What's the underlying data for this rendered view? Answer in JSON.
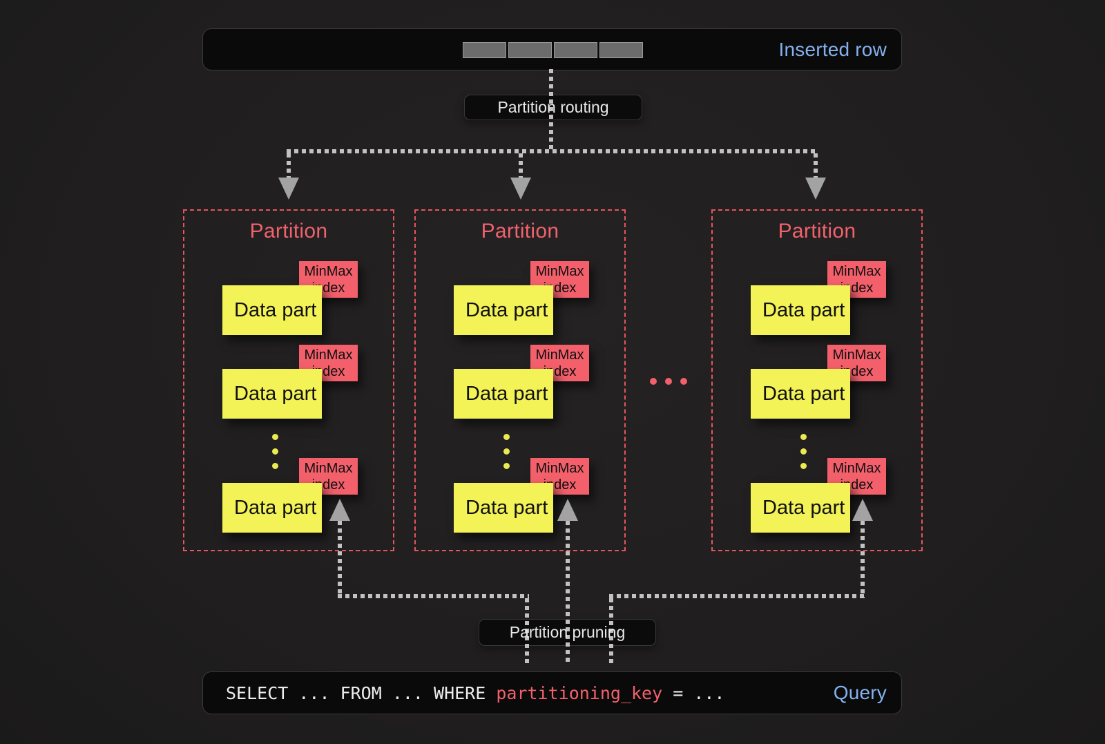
{
  "colors": {
    "background": "#201e1e",
    "bar_background": "#0a0a0a",
    "accent_blue": "#85b1ee",
    "accent_coral": "#f2616b",
    "accent_yellow": "#f3f256",
    "connector_gray": "#c2c2c2",
    "partition_border": "#e4555f"
  },
  "inserted_row": {
    "label": "Inserted row",
    "segment_count": 4
  },
  "labels": {
    "routing": "Partition routing",
    "pruning": "Partition pruning"
  },
  "partitions": [
    {
      "title": "Partition",
      "parts": [
        {
          "name": "Data part",
          "index": "MinMax index"
        },
        {
          "name": "Data part",
          "index": "MinMax index"
        },
        {
          "name": "Data part",
          "index": "MinMax index"
        }
      ]
    },
    {
      "title": "Partition",
      "parts": [
        {
          "name": "Data part",
          "index": "MinMax index"
        },
        {
          "name": "Data part",
          "index": "MinMax index"
        },
        {
          "name": "Data part",
          "index": "MinMax index"
        }
      ]
    },
    {
      "title": "Partition",
      "parts": [
        {
          "name": "Data part",
          "index": "MinMax index"
        },
        {
          "name": "Data part",
          "index": "MinMax index"
        },
        {
          "name": "Data part",
          "index": "MinMax index"
        }
      ]
    }
  ],
  "query": {
    "sql_prefix": "SELECT ... FROM ... WHERE ",
    "sql_key": "partitioning_key",
    "sql_suffix": " = ...",
    "label": "Query"
  }
}
